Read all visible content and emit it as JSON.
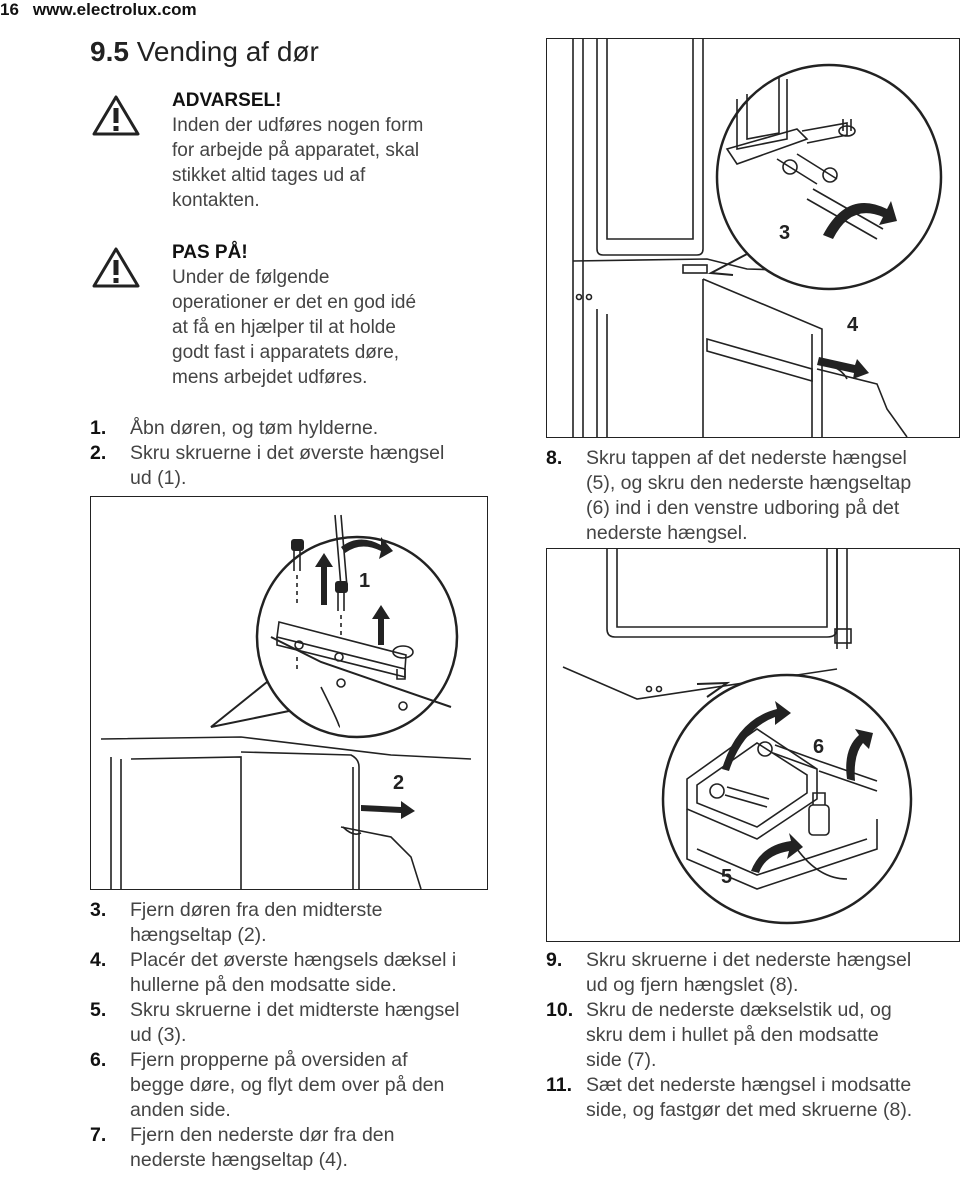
{
  "header": {
    "page_number": "16",
    "website": "www.electrolux.com"
  },
  "section": {
    "number": "9.5",
    "title": "Vending af dør"
  },
  "warning": {
    "heading": "ADVARSEL!",
    "lines": [
      "Inden der udføres nogen form",
      "for arbejde på apparatet, skal",
      "stikket altid tages ud af",
      "kontakten."
    ]
  },
  "caution": {
    "heading": "PAS PÅ!",
    "lines": [
      "Under de følgende",
      "operationer er det en god idé",
      "at få en hjælper til at holde",
      "godt fast i apparatets døre,",
      "mens arbejdet udføres."
    ]
  },
  "steps_a": [
    {
      "n": "1.",
      "lines": [
        "Åbn døren, og tøm hylderne."
      ]
    },
    {
      "n": "2.",
      "lines": [
        "Skru skruerne i det øverste hængsel",
        "ud (1)."
      ]
    }
  ],
  "steps_b": [
    {
      "n": "3.",
      "lines": [
        "Fjern døren fra den midterste",
        "hængseltap (2)."
      ]
    },
    {
      "n": "4.",
      "lines": [
        "Placér det øverste hængsels dæksel i",
        "hullerne på den modsatte side."
      ]
    },
    {
      "n": "5.",
      "lines": [
        "Skru skruerne i det midterste hængsel",
        "ud (3)."
      ]
    },
    {
      "n": "6.",
      "lines": [
        "Fjern propperne på oversiden af",
        "begge døre, og flyt dem over på den",
        "anden side."
      ]
    },
    {
      "n": "7.",
      "lines": [
        "Fjern den nederste dør fra den",
        "nederste hængseltap (4)."
      ]
    }
  ],
  "steps_c": [
    {
      "n": "8.",
      "lines": [
        "Skru tappen af det nederste hængsel",
        "(5), og skru den nederste hængseltap",
        "(6) ind i den venstre udboring på det",
        "nederste hængsel."
      ]
    }
  ],
  "steps_d": [
    {
      "n": "9.",
      "lines": [
        "Skru skruerne i det nederste hængsel",
        "ud og fjern hængslet (8)."
      ]
    },
    {
      "n": "10.",
      "lines": [
        "Skru de nederste dækselstik ud, og",
        "skru dem i hullet på den modsatte",
        "side (7)."
      ]
    },
    {
      "n": "11.",
      "lines": [
        "Sæt det nederste hængsel i modsatte",
        "side, og fastgør det med skruerne (8)."
      ]
    }
  ],
  "figures": {
    "fig1": {
      "label_1": "1",
      "label_2": "2"
    },
    "fig2": {
      "label_3": "3",
      "label_4": "4"
    },
    "fig3": {
      "label_5": "5",
      "label_6": "6"
    }
  }
}
